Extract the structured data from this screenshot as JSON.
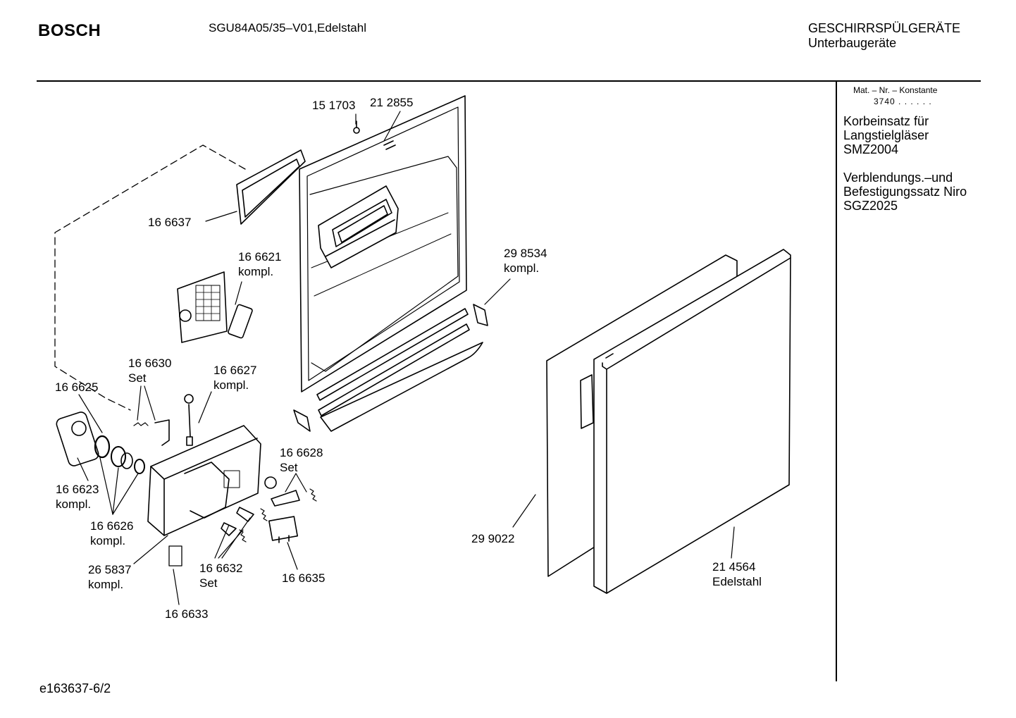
{
  "header": {
    "brand": "BOSCH",
    "model": "SGU84A05/35–V01,Edelstahl",
    "category": "GESCHIRRSPÜLGERÄTE",
    "subcategory": "Unterbaugeräte"
  },
  "sidebar": {
    "mat_header": "Mat. – Nr. – Konstante",
    "mat_value": "3740 . . . . . .",
    "accessories": [
      {
        "text": "Korbeinsatz für Langstielgläser SMZ2004"
      },
      {
        "text": "Verblendungs.–und Befestigungssatz Niro SGZ2025"
      }
    ]
  },
  "footer": {
    "code": "e163637-6/2"
  },
  "parts": [
    {
      "id": "p151703",
      "line1": "15 1703",
      "line2": ""
    },
    {
      "id": "p212855",
      "line1": "21 2855",
      "line2": ""
    },
    {
      "id": "p166637",
      "line1": "16 6637",
      "line2": ""
    },
    {
      "id": "p166621",
      "line1": "16 6621",
      "line2": "kompl."
    },
    {
      "id": "p298534",
      "line1": "29 8534",
      "line2": "kompl."
    },
    {
      "id": "p166630",
      "line1": "16 6630",
      "line2": "Set"
    },
    {
      "id": "p166627",
      "line1": "16 6627",
      "line2": "kompl."
    },
    {
      "id": "p166625",
      "line1": "16 6625",
      "line2": ""
    },
    {
      "id": "p166628",
      "line1": "16 6628",
      "line2": "Set"
    },
    {
      "id": "p166623",
      "line1": "16 6623",
      "line2": "kompl."
    },
    {
      "id": "p166626",
      "line1": "16 6626",
      "line2": "kompl."
    },
    {
      "id": "p265837",
      "line1": "26 5837",
      "line2": "kompl."
    },
    {
      "id": "p166632",
      "line1": "16 6632",
      "line2": "Set"
    },
    {
      "id": "p166635",
      "line1": "16 6635",
      "line2": ""
    },
    {
      "id": "p166633",
      "line1": "16 6633",
      "line2": ""
    },
    {
      "id": "p299022",
      "line1": "29 9022",
      "line2": ""
    },
    {
      "id": "p214564",
      "line1": "21 4564",
      "line2": "Edelstahl"
    }
  ]
}
